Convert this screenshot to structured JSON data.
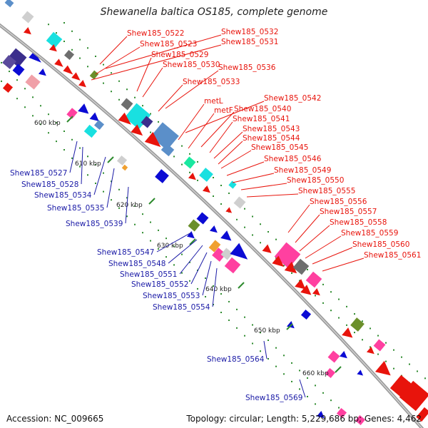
{
  "title": "Shewanella baltica OS185, complete genome",
  "accession_text": "Accession: NC_009665",
  "summary_text": "Topology: circular; Length: 5,229,686 bp; Genes: 4,462",
  "colors": {
    "upper_label": "#e8140c",
    "lower_label": "#1a1aa6",
    "backbone": "#9b9b9b",
    "tick": "#2e8b2e"
  },
  "ticks": [
    "600 kbp",
    "610 kbp",
    "620 kbp",
    "630 kbp",
    "640 kbp",
    "650 kbp",
    "660 kbp"
  ],
  "upper_labels": [
    "Shew185_0522",
    "Shew185_0532",
    "Shew185_0523",
    "Shew185_0531",
    "Shew185_0529",
    "Shew185_0530",
    "Shew185_0536",
    "Shew185_0533",
    "Shew185_0542",
    "metL",
    "Shew185_0540",
    "metF",
    "Shew185_0541",
    "Shew185_0543",
    "Shew185_0544",
    "Shew185_0545",
    "Shew185_0546",
    "Shew185_0549",
    "Shew185_0550",
    "Shew185_0555",
    "Shew185_0556",
    "Shew185_0557",
    "Shew185_0558",
    "Shew185_0559",
    "Shew185_0560",
    "Shew185_0561"
  ],
  "lower_labels": [
    "Shew185_0527",
    "Shew185_0528",
    "Shew185_0534",
    "Shew185_0535",
    "Shew185_0539",
    "Shew185_0547",
    "Shew185_0548",
    "Shew185_0551",
    "Shew185_0552",
    "Shew185_0553",
    "Shew185_0554",
    "Shew185_0564",
    "Shew185_0569"
  ]
}
